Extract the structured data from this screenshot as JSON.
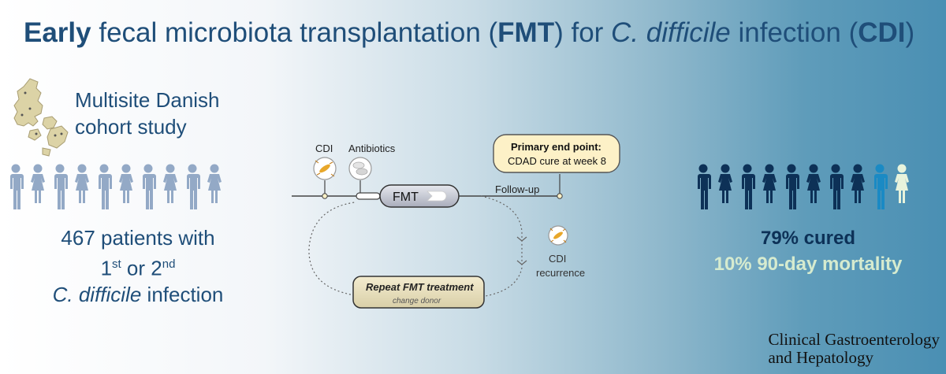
{
  "title": {
    "part1": "Early",
    "part2": " fecal microbiota transplantation (",
    "part3": "FMT",
    "part4": ") for ",
    "part5": "C. difficile",
    "part6": " infection (",
    "part7": "CDI",
    "part8": ")"
  },
  "study": {
    "line1": "Multisite Danish",
    "line2": "cohort study"
  },
  "left_stats": {
    "line1": "467 patients with",
    "line2_a": "1",
    "line2_sup1": "st",
    "line2_b": " or 2",
    "line2_sup2": "nd",
    "line3_italic": "C. difficile",
    "line3_rest": " infection"
  },
  "diagram": {
    "cdi_label": "CDI",
    "antibiotics_label": "Antibiotics",
    "fmt_label": "FMT",
    "followup_label": "Follow-up",
    "endpoint_title": "Primary end point:",
    "endpoint_sub": "CDAD cure at week 8",
    "recurrence_line1": "CDI",
    "recurrence_line2": "recurrence",
    "repeat_title": "Repeat FMT treatment",
    "repeat_sub": "change donor"
  },
  "right_stats": {
    "cured": "79% cured",
    "mortality": "10% 90-day mortality"
  },
  "journal": {
    "line1": "Clinical Gastroenterology",
    "line2": "and Hepatology"
  },
  "colors": {
    "title": "#1f4e79",
    "people_left": "#93a9c6",
    "people_right_cured": "#0d3157",
    "people_right_blue": "#1a8ac4",
    "people_right_pale": "#e8f3dc",
    "mortality_text": "#d6ebcf",
    "endpoint_box": "#fdf1c7"
  },
  "people_left": {
    "count": 10
  },
  "people_right": {
    "count_cured": 8,
    "count_blue": 1,
    "count_pale": 1
  }
}
